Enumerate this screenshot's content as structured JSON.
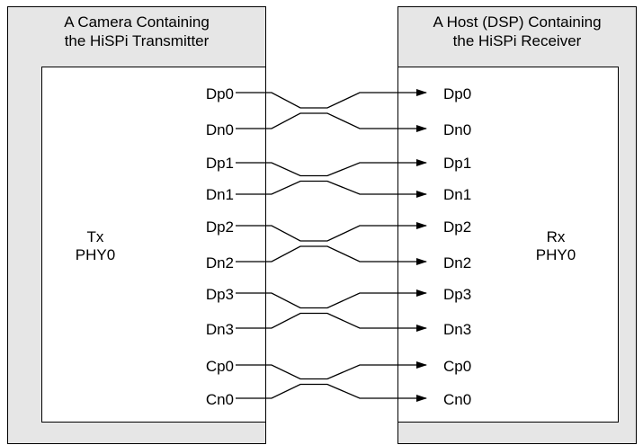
{
  "camera": {
    "title_line1": "A Camera Containing",
    "title_line2": "the HiSPi Transmitter",
    "phy_line1": "Tx",
    "phy_line2": "PHY0"
  },
  "host": {
    "title_line1": "A Host (DSP) Containing",
    "title_line2": "the HiSPi Receiver",
    "phy_line1": "Rx",
    "phy_line2": "PHY0"
  },
  "lanes": [
    {
      "pair": [
        "Dp0",
        "Dn0"
      ]
    },
    {
      "pair": [
        "Dp1",
        "Dn1"
      ]
    },
    {
      "pair": [
        "Dp2",
        "Dn2"
      ]
    },
    {
      "pair": [
        "Dp3",
        "Dn3"
      ]
    },
    {
      "pair": [
        "Cp0",
        "Cn0"
      ]
    }
  ],
  "colors": {
    "outer_fill": "#e6e6e6",
    "inner_fill": "#ffffff",
    "line": "#000000"
  }
}
